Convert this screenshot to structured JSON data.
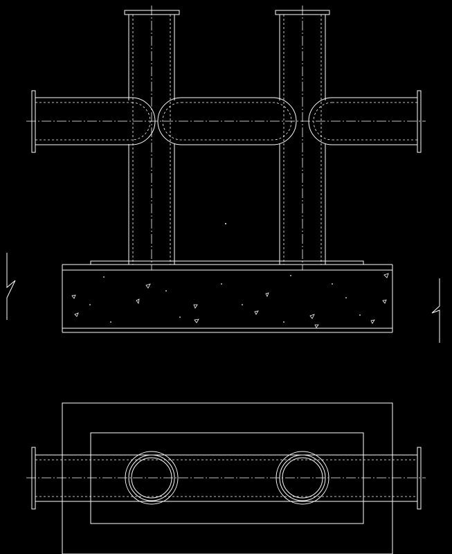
{
  "colors": {
    "background": "#000000",
    "line": "#ffffff",
    "hidden_line": "#ffffff",
    "center_line": "#ffffff"
  },
  "drawing": {
    "views": [
      "elevation",
      "plan"
    ],
    "elevation": {
      "vertical_pipes": 2,
      "horizontal_branches": 3,
      "flanged_ends": 2,
      "base": "concrete-slab"
    },
    "plan": {
      "circular_pipe_sections": 2,
      "flanged_ends": 2
    },
    "break_symbols": 2
  }
}
